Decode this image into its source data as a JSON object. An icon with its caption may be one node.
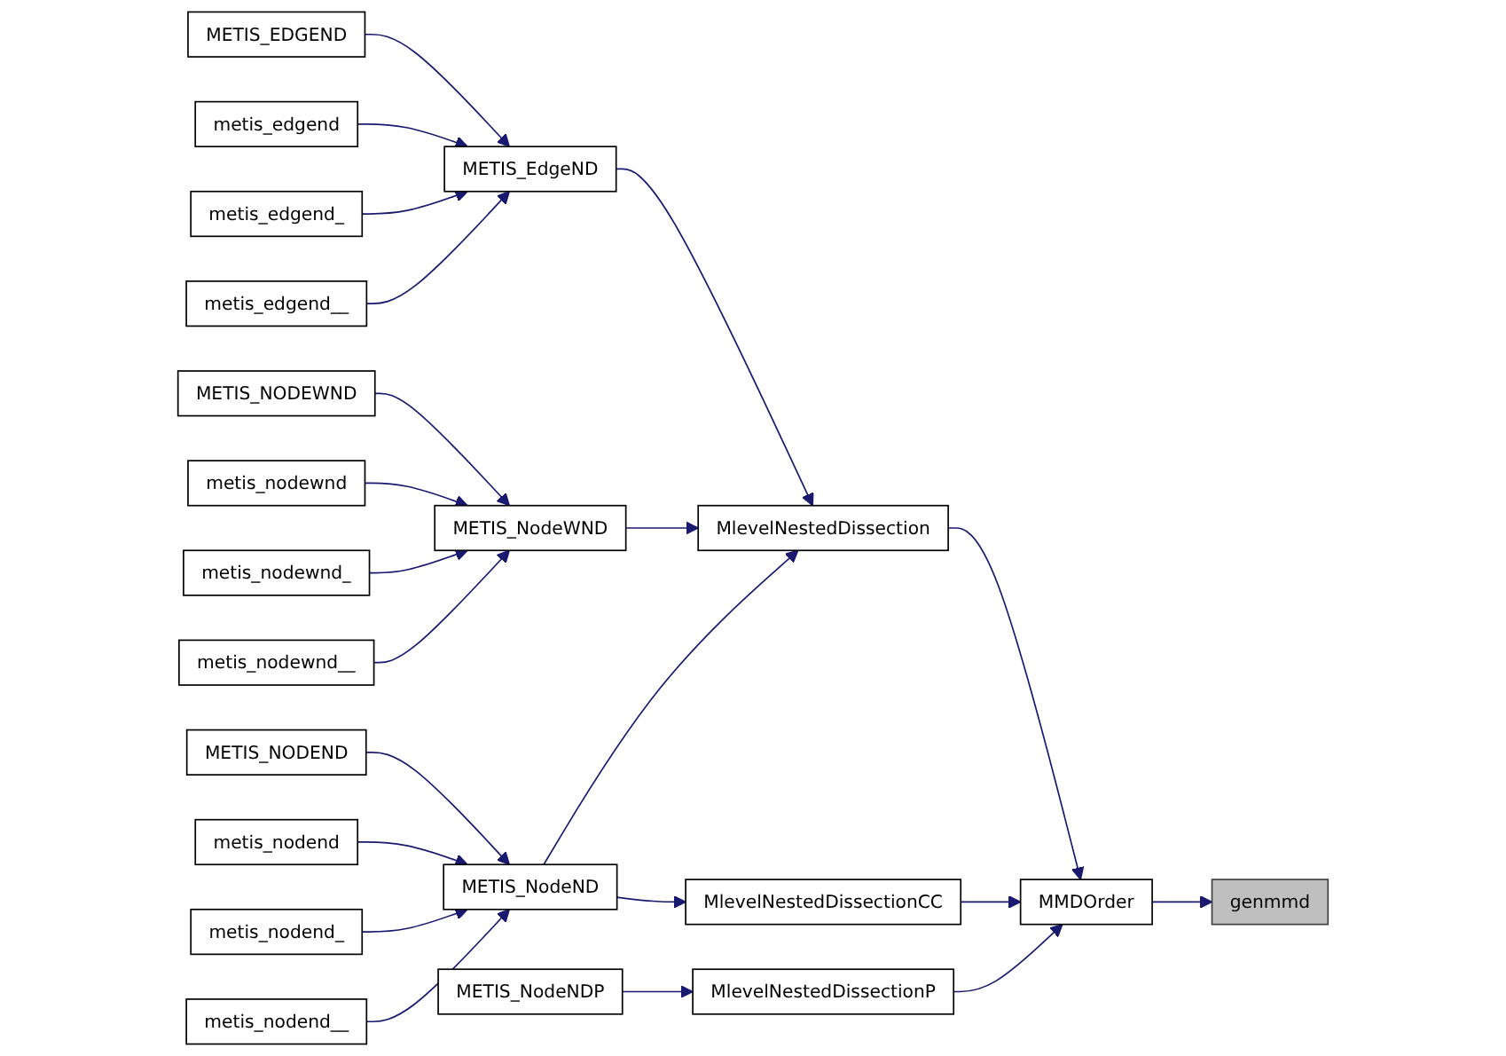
{
  "diagram": {
    "nodes": [
      {
        "text": [
          "METIS_EDGEND"
        ]
      },
      {
        "text": [
          "metis_edgend"
        ]
      },
      {
        "text": [
          "metis_edgend_"
        ]
      },
      {
        "text": [
          "METIS_EdgeND"
        ]
      },
      {
        "text": [
          "metis_edgend__"
        ]
      },
      {
        "text": [
          "METIS_NODEWND"
        ]
      },
      {
        "text": [
          "metis_nodewnd"
        ]
      },
      {
        "text": [
          "metis_nodewnd_"
        ]
      },
      {
        "text": [
          "METIS_NodeWND"
        ]
      },
      {
        "text": [
          "metis_nodewnd__"
        ]
      },
      {
        "text": [
          "MlevelNestedDissection"
        ]
      },
      {
        "text": [
          "METIS_NODEND"
        ]
      },
      {
        "text": [
          "metis_nodend"
        ]
      },
      {
        "text": [
          "METIS_NodeND"
        ]
      },
      {
        "text": [
          "MlevelNestedDissectionCC"
        ]
      },
      {
        "text": [
          "MMDOrder"
        ]
      },
      {
        "text": [
          "genmmd"
        ]
      },
      {
        "text": [
          "metis_nodend_"
        ]
      },
      {
        "text": [
          "METIS_NodeNDP"
        ]
      },
      {
        "text": [
          "MlevelNestedDissectionP"
        ]
      },
      {
        "text": [
          "metis_nodend__"
        ]
      }
    ],
    "edges": [
      {
        "from": 15,
        "to": 16,
        "arrow": "to"
      },
      {
        "from": 10,
        "to": 15,
        "arrow": "to"
      },
      {
        "from": 14,
        "to": 15,
        "arrow": "to"
      },
      {
        "from": 19,
        "to": 15,
        "arrow": "to"
      },
      {
        "from": 3,
        "to": 10,
        "arrow": "to"
      },
      {
        "from": 8,
        "to": 10,
        "arrow": "to"
      },
      {
        "from": 13,
        "to": 10,
        "arrow": "to"
      },
      {
        "from": 13,
        "to": 14,
        "arrow": "to"
      },
      {
        "from": 18,
        "to": 19,
        "arrow": "to"
      },
      {
        "from": 0,
        "to": 3,
        "arrow": "to"
      },
      {
        "from": 1,
        "to": 3,
        "arrow": "to"
      },
      {
        "from": 2,
        "to": 3,
        "arrow": "to"
      },
      {
        "from": 4,
        "to": 3,
        "arrow": "to"
      },
      {
        "from": 5,
        "to": 8,
        "arrow": "to"
      },
      {
        "from": 6,
        "to": 8,
        "arrow": "to"
      },
      {
        "from": 7,
        "to": 8,
        "arrow": "to"
      },
      {
        "from": 9,
        "to": 8,
        "arrow": "to"
      },
      {
        "from": 11,
        "to": 13,
        "arrow": "to"
      },
      {
        "from": 12,
        "to": 13,
        "arrow": "to"
      },
      {
        "from": 17,
        "to": 13,
        "arrow": "to"
      },
      {
        "from": 20,
        "to": 13,
        "arrow": "to"
      }
    ]
  }
}
